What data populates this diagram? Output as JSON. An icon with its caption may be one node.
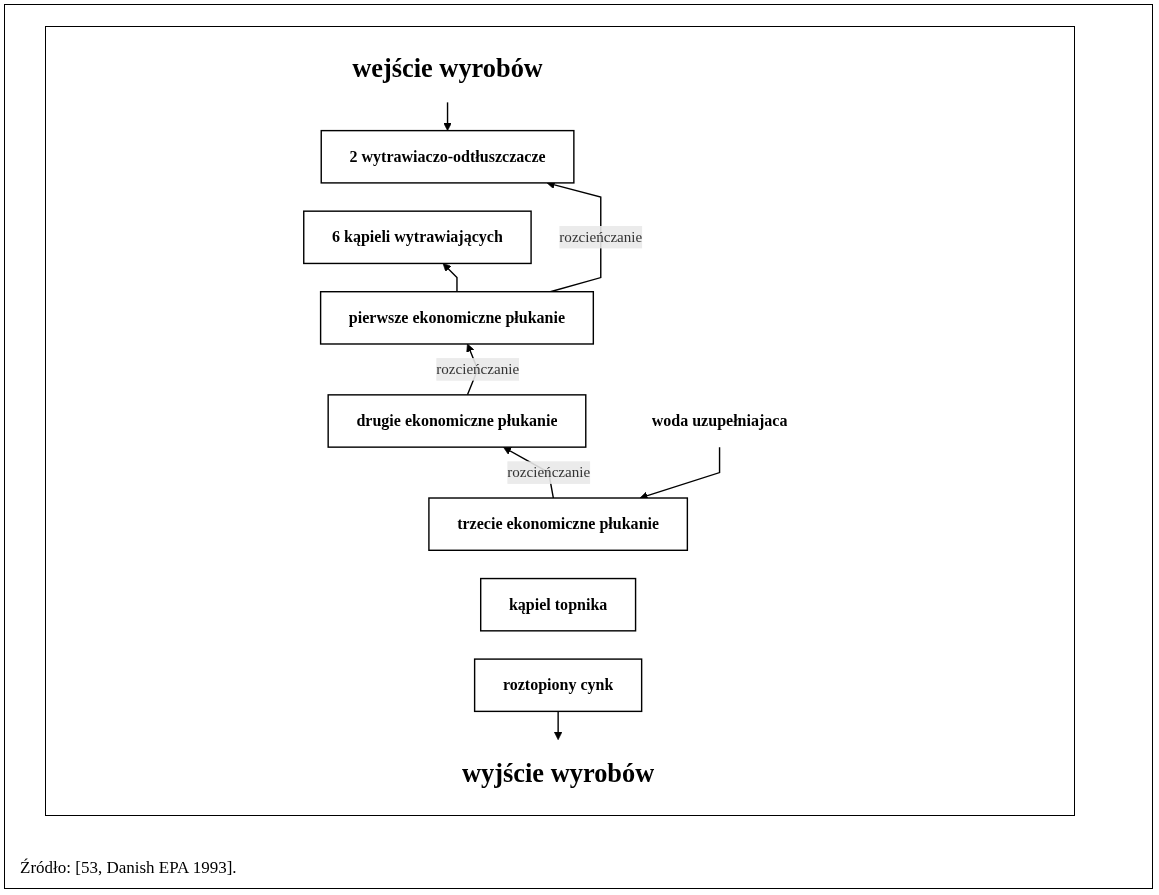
{
  "diagram": {
    "caption": "Źródło: [53, Danish EPA 1993].",
    "nodes": [
      {
        "text": [
          "wejście wyrobów"
        ]
      },
      {
        "text": [
          "2 wytrawiaczo-odtłuszczacze"
        ]
      },
      {
        "text": [
          "6 kąpieli wytrawiających"
        ]
      },
      {
        "text": [
          "pierwsze ekonomiczne płukanie"
        ]
      },
      {
        "text": [
          "drugie ekonomiczne płukanie"
        ]
      },
      {
        "text": [
          "trzecie ekonomiczne płukanie"
        ]
      },
      {
        "text": [
          "kąpiel topnika"
        ]
      },
      {
        "text": [
          "roztopiony cynk"
        ]
      },
      {
        "text": [
          "wyjście wyrobów"
        ]
      },
      {
        "text": [
          "woda uzupełniajaca"
        ]
      }
    ],
    "edges": [
      {
        "from": 0,
        "to": 1,
        "arrow": "to"
      },
      {
        "from": 3,
        "to": 1,
        "arrow": "to",
        "label": "rozcieńczanie"
      },
      {
        "from": 3,
        "to": 2,
        "arrow": "to"
      },
      {
        "from": 4,
        "to": 3,
        "arrow": "to",
        "label": "rozcieńczanie"
      },
      {
        "from": 5,
        "to": 4,
        "arrow": "to",
        "label": "rozcieńczanie"
      },
      {
        "from": 9,
        "to": 5,
        "arrow": "to"
      },
      {
        "from": 7,
        "to": 8,
        "arrow": "to"
      }
    ]
  }
}
